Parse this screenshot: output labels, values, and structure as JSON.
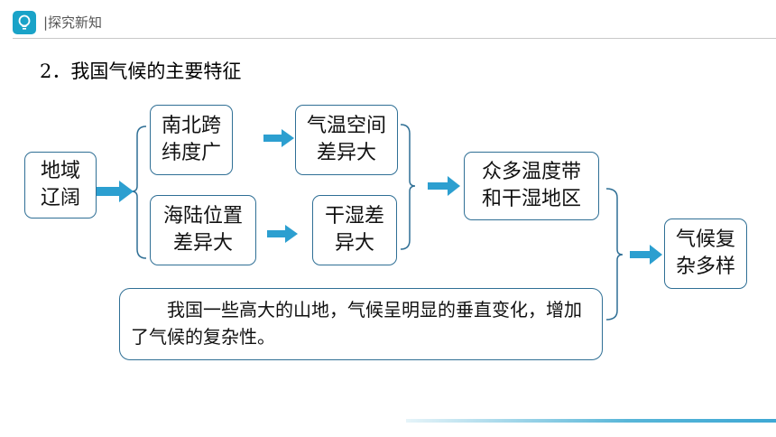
{
  "header": {
    "section_label": "|探究新知",
    "icon": "lightbulb-icon",
    "accent": "#1aa3c8"
  },
  "title": "2．我国气候的主要特征",
  "diagram": {
    "nodes": {
      "territory": "地域\n辽阔",
      "latitude": "南北跨\n纬度广",
      "land_sea": "海陆位置\n差异大",
      "temperature": "气温空间\n差异大",
      "humidity": "干湿差\n异大",
      "zones": "众多温度带\n和干湿地区",
      "climate": "气候复\n杂多样"
    },
    "note": "我国一些高大的山地，气候呈明显的垂直变化，增加了气候的复杂性。",
    "border_color": "#2f6f95",
    "arrow_color": "#2c9fd0"
  }
}
